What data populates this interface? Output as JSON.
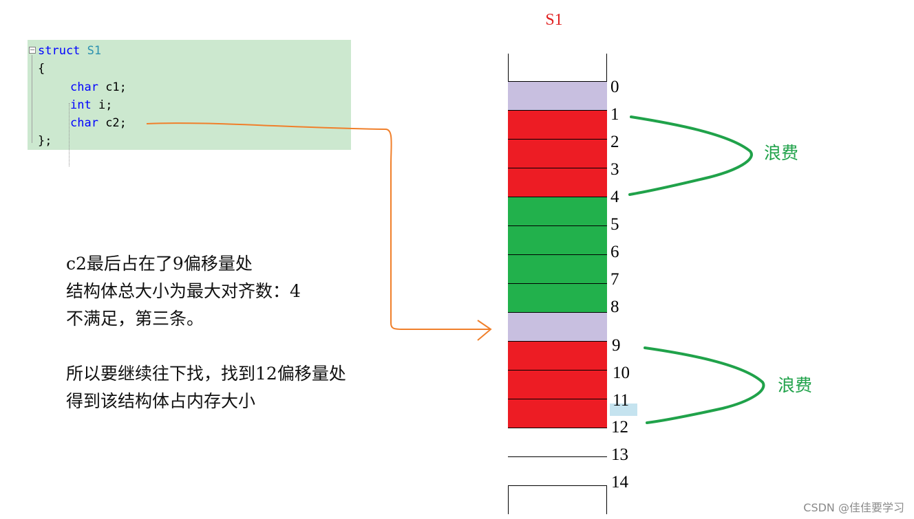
{
  "title": "S1",
  "code": {
    "line1_kw": "struct",
    "line1_name": "S1",
    "line2": "{",
    "line3_type": "char",
    "line3_rest": " c1;",
    "line4_type": "int",
    "line4_rest": " i;",
    "line5_type": "char",
    "line5_rest": " c2;",
    "line6": "};"
  },
  "notes": [
    "c2最后占在了9偏移量处",
    "结构体总大小为最大对齐数：4",
    "不满足，第三条。",
    "所以要继续往下找，找到12偏移量处",
    "得到该结构体占内存大小"
  ],
  "memory": {
    "cells": [
      {
        "color": "#c8bfe0"
      },
      {
        "color": "#ed1c24"
      },
      {
        "color": "#ed1c24"
      },
      {
        "color": "#ed1c24"
      },
      {
        "color": "#22b14c"
      },
      {
        "color": "#22b14c"
      },
      {
        "color": "#22b14c"
      },
      {
        "color": "#22b14c"
      },
      {
        "color": "#c8bfe0"
      },
      {
        "color": "#ed1c24"
      },
      {
        "color": "#ed1c24"
      },
      {
        "color": "#ed1c24"
      },
      {
        "color": "#ffffff"
      },
      {
        "color": "#ffffff"
      }
    ],
    "offsets": [
      "0",
      "1",
      "2",
      "3",
      "4",
      "5",
      "6",
      "7",
      "8",
      "9",
      "10",
      "11",
      "12",
      "13",
      "14"
    ]
  },
  "waste_label_1": "浪费",
  "waste_label_2": "浪费",
  "watermark": "CSDN @佳佳要学习",
  "colors": {
    "arrow": "#f07f2a",
    "brace": "#20a24a"
  }
}
